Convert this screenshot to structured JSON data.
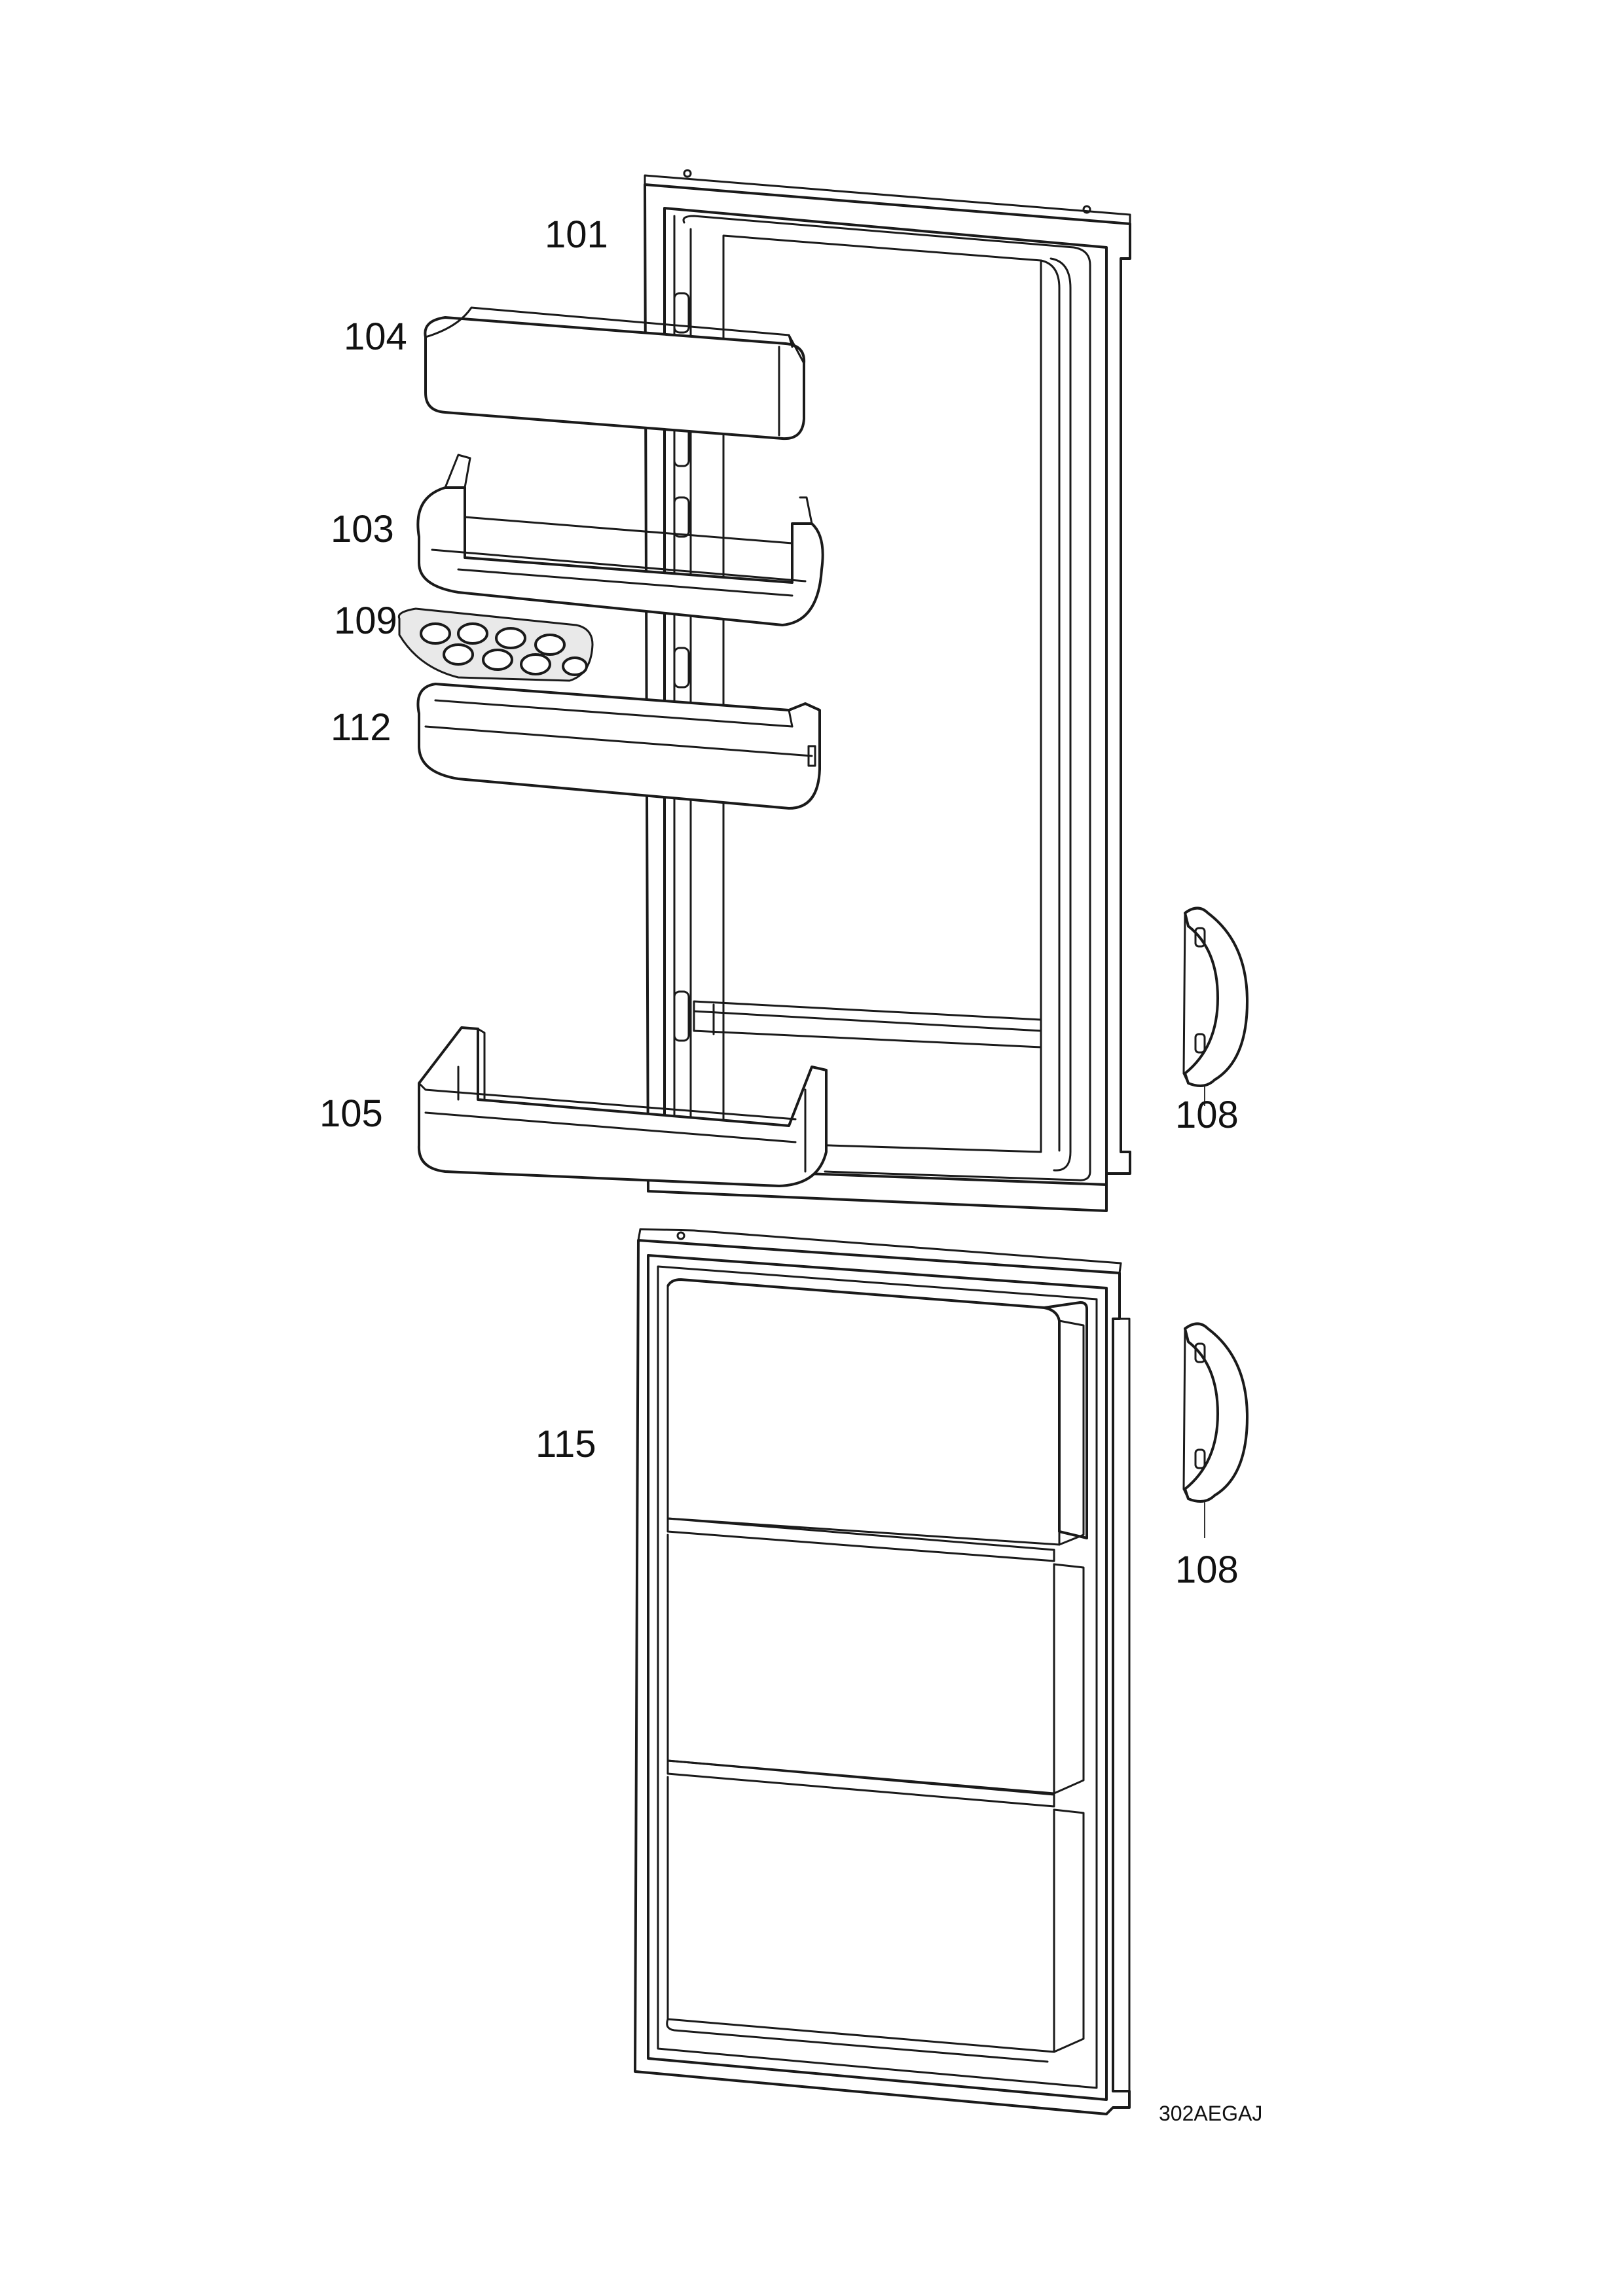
{
  "parts": [
    {
      "id": "door-upper",
      "label": "101"
    },
    {
      "id": "butter-compartment",
      "label": "104"
    },
    {
      "id": "door-shelf-top",
      "label": "103"
    },
    {
      "id": "egg-tray",
      "label": "109"
    },
    {
      "id": "door-shelf-middle",
      "label": "112"
    },
    {
      "id": "bottle-shelf",
      "label": "105"
    },
    {
      "id": "handle-upper",
      "label": "108"
    },
    {
      "id": "door-lower",
      "label": "115"
    },
    {
      "id": "handle-lower",
      "label": "108"
    }
  ],
  "drawing_code": "302AEGAJ"
}
